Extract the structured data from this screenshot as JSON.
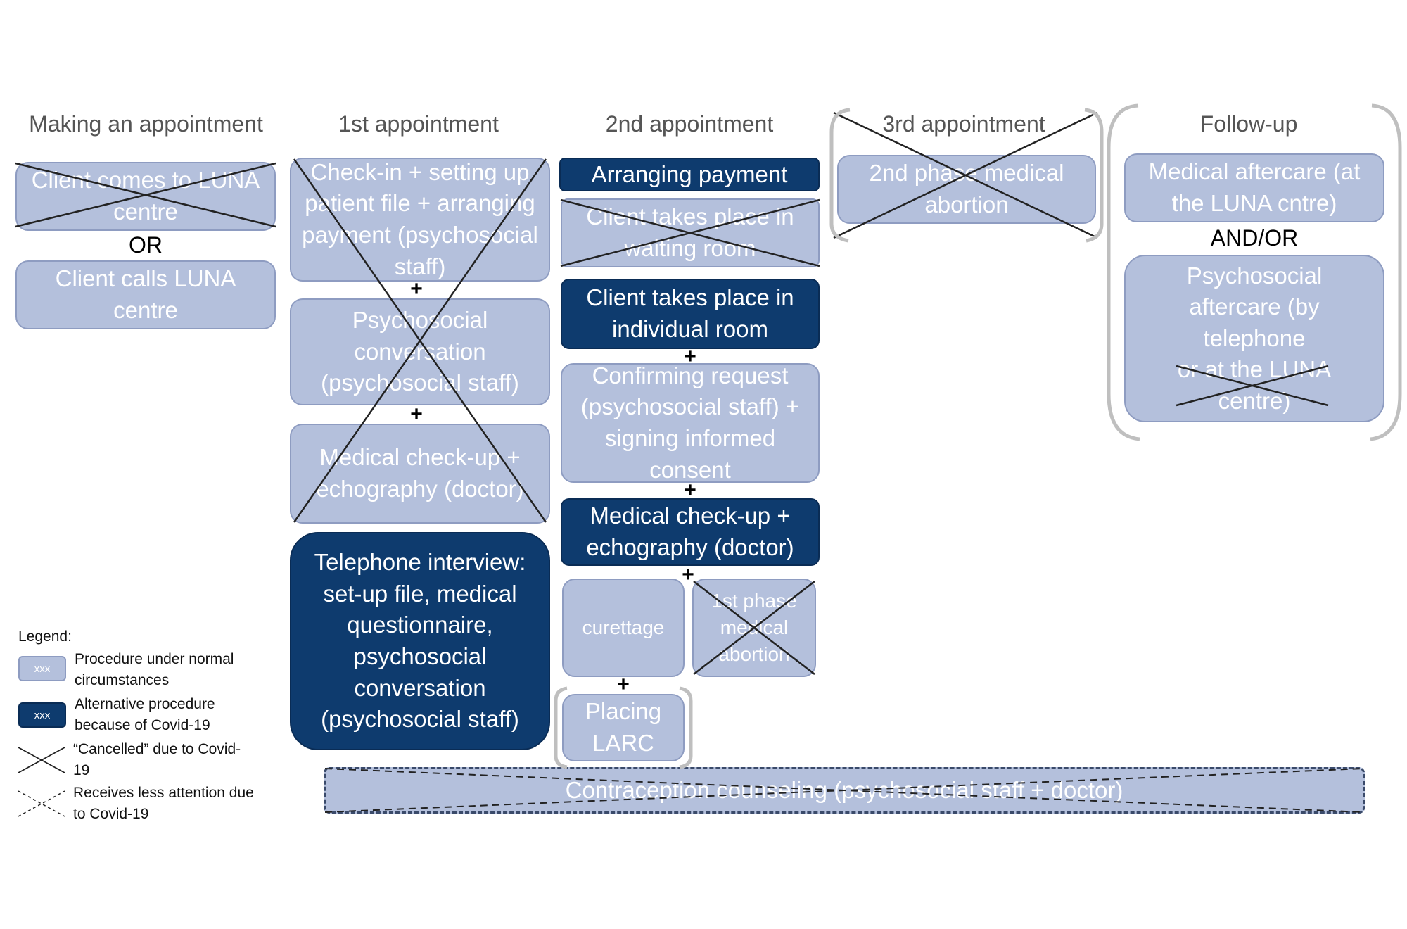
{
  "columns": {
    "making": "Making an appointment",
    "first": "1st appointment",
    "second": "2nd appointment",
    "third": "3rd appointment",
    "followup": "Follow-up"
  },
  "making_appointment": {
    "box1": "Client comes to LUNA centre",
    "or": "OR",
    "box2": "Client calls LUNA centre"
  },
  "first_appointment": {
    "checkin": "Check-in + setting up patient file + arranging payment (psychosocial staff)",
    "psychosocial": "Psychosocial conversation (psychosocial staff)",
    "medical": "Medical check-up + echography (doctor)",
    "telephone": "Telephone interview: set-up file, medical questionnaire, psychosocial conversation (psychosocial staff)"
  },
  "second_appointment": {
    "payment": "Arranging payment",
    "waiting_room": "Client takes place in waiting room",
    "individual_room": "Client takes place in individual room",
    "confirming": "Confirming request (psychosocial staff) + signing informed consent",
    "medical": "Medical check-up + echography (doctor)",
    "curettage": "curettage",
    "first_phase": "1st phase medical abortion",
    "larc": "Placing LARC"
  },
  "third_appointment": {
    "second_phase": "2nd phase medical abortion"
  },
  "followup": {
    "medical_aftercare": "Medical aftercare (at the LUNA cntre)",
    "and_or": "AND/OR",
    "psy_aftercare_a": "Psychosocial aftercare (by telephone",
    "psy_aftercare_b": "or at the LUNA centre)"
  },
  "connector": "+",
  "contraception": "Contraception counseling (psychosocial staff + doctor)",
  "legend": {
    "title": "Legend:",
    "swatch_text": "xxx",
    "normal": "Procedure under normal circumstances",
    "alternative": "Alternative procedure because of Covid-19",
    "cancelled": "“Cancelled” due to Covid-19",
    "less_attention": "Receives less attention due to Covid-19"
  },
  "colors": {
    "normal_fill": "#b4c0dc",
    "alternative_fill": "#0e3b6e",
    "cross": "#222222"
  }
}
